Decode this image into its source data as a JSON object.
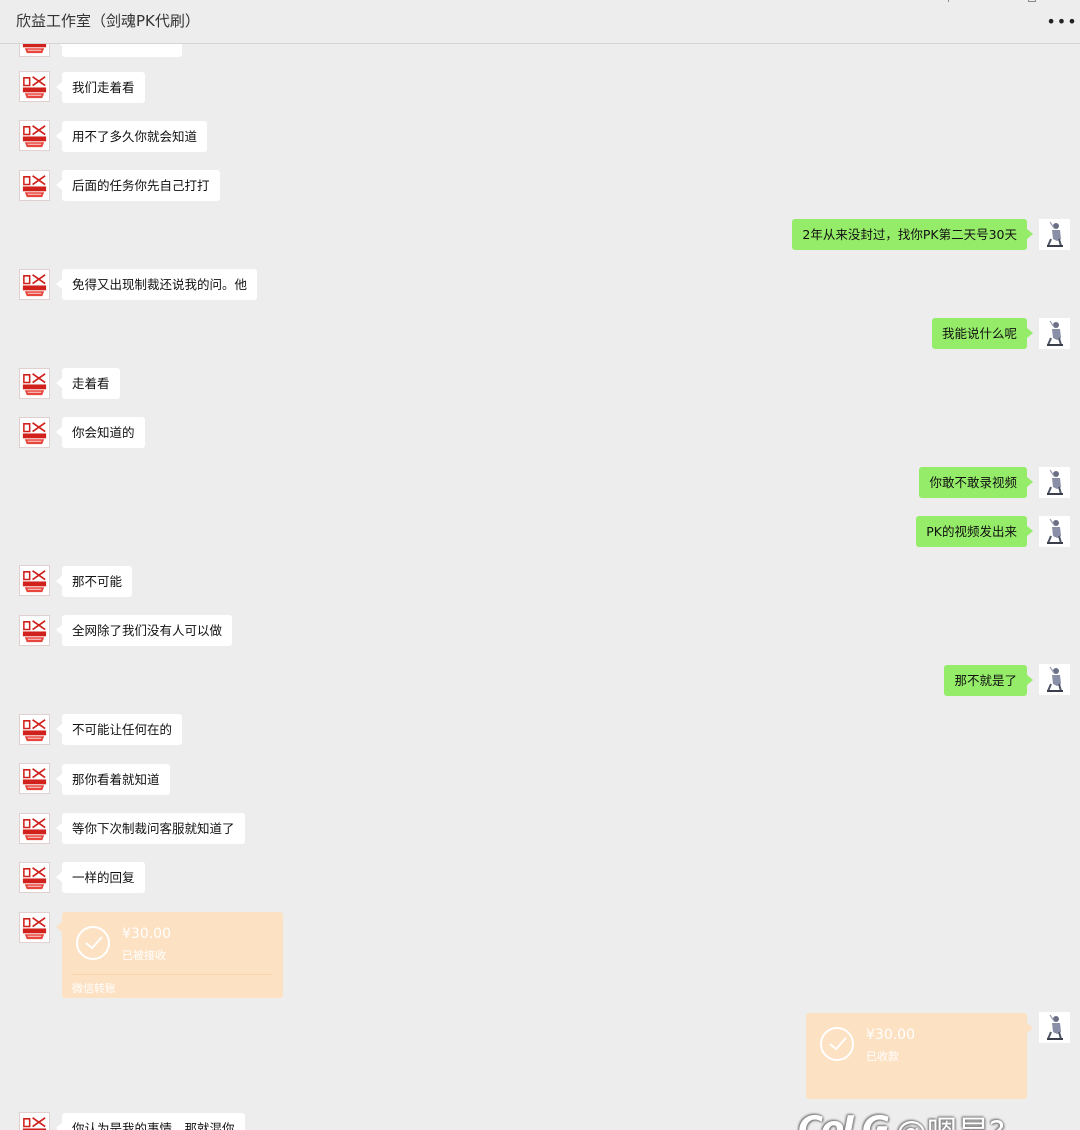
{
  "header": {
    "title": "欣益工作室（剑魂PK代刷）",
    "more_icon": "more-icon"
  },
  "messages": [
    {
      "side": "them",
      "type": "text",
      "text": "我们走着看"
    },
    {
      "side": "them",
      "type": "text",
      "text": "用不了多久你就会知道"
    },
    {
      "side": "them",
      "type": "text",
      "text": "后面的任务你先自己打打"
    },
    {
      "side": "me",
      "type": "text",
      "text": "2年从来没封过，找你PK第二天号30天"
    },
    {
      "side": "them",
      "type": "text",
      "text": "免得又出现制裁还说我的问。他"
    },
    {
      "side": "me",
      "type": "text",
      "text": "我能说什么呢"
    },
    {
      "side": "them",
      "type": "text",
      "text": "走着看"
    },
    {
      "side": "them",
      "type": "text",
      "text": "你会知道的"
    },
    {
      "side": "me",
      "type": "text",
      "text": "你敢不敢录视频"
    },
    {
      "side": "me",
      "type": "text",
      "text": "PK的视频发出来"
    },
    {
      "side": "them",
      "type": "text",
      "text": "那不可能"
    },
    {
      "side": "them",
      "type": "text",
      "text": "全网除了我们没有人可以做"
    },
    {
      "side": "me",
      "type": "text",
      "text": "那不就是了"
    },
    {
      "side": "them",
      "type": "text",
      "text": "不可能让任何在的"
    },
    {
      "side": "them",
      "type": "text",
      "text": "那你看着就知道"
    },
    {
      "side": "them",
      "type": "text",
      "text": "等你下次制裁问客服就知道了"
    },
    {
      "side": "them",
      "type": "text",
      "text": "一样的回复"
    },
    {
      "side": "them",
      "type": "transfer",
      "amount": "¥30.00",
      "status": "已被接收",
      "footer": "微信转账"
    },
    {
      "side": "me",
      "type": "transfer",
      "amount": "¥30.00",
      "status": "已收款"
    },
    {
      "side": "them",
      "type": "text",
      "text": "你认为是我的事情，那就混你"
    }
  ],
  "watermark": {
    "logo": "CoLG",
    "handle": "@嗯昂?"
  },
  "colors": {
    "background": "#ededed",
    "bubble_me": "#95ec69",
    "bubble_them": "#ffffff",
    "transfer": "#fde1c3"
  }
}
